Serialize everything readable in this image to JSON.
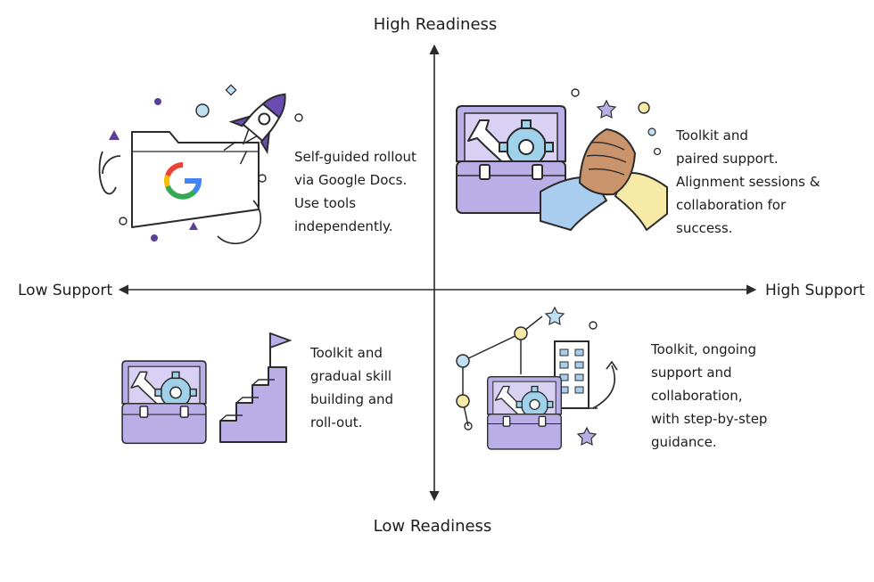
{
  "axes": {
    "top": "High Readiness",
    "bottom": "Low Readiness",
    "left": "Low Support",
    "right": "High Support"
  },
  "quadrants": {
    "top_left": {
      "lines": [
        "Self-guided rollout",
        "via Google Docs.",
        "Use tools",
        "independently."
      ],
      "icon": "rocket-folder-google-icon"
    },
    "top_right": {
      "lines": [
        "Toolkit and",
        "paired support.",
        "Alignment sessions &",
        "collaboration for",
        "success."
      ],
      "icon": "toolbox-handshake-icon"
    },
    "bottom_left": {
      "lines": [
        "Toolkit and",
        "gradual skill",
        "building and",
        "roll-out."
      ],
      "icon": "toolbox-stairs-flag-icon"
    },
    "bottom_right": {
      "lines": [
        "Toolkit, ongoing",
        "support and",
        "collaboration,",
        "with step-by-step",
        "guidance."
      ],
      "icon": "toolbox-building-network-icon"
    }
  },
  "google_logo": "G",
  "colors": {
    "purple": "#b9aee6",
    "purple_dark": "#5b3f99",
    "gear": "#9fd2ea",
    "blue": "#a9cdee",
    "yellow": "#f6eaa6",
    "skin": "#c9936c",
    "line": "#2b2b2b"
  }
}
